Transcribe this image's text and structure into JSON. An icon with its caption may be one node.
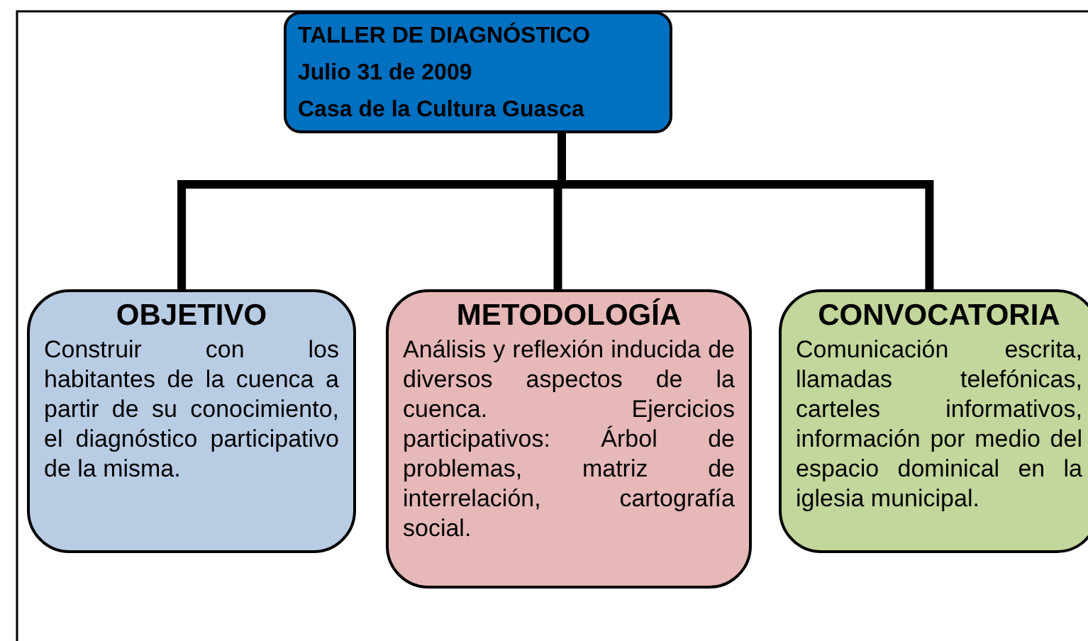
{
  "diagram": {
    "nodes": [
      {
        "text": [
          "TALLER DE DIAGNÓSTICO",
          "Julio 31 de 2009",
          "Casa de la Cultura Guasca"
        ]
      },
      {
        "text": [
          "OBJETIVO",
          "Construir con los habitantes de la cuenca a partir de su conocimiento, el diagnóstico participativo de la misma."
        ]
      },
      {
        "text": [
          "METODOLOGÍA",
          "Análisis y reflexión inducida de diversos aspectos de la cuenca. Ejercicios participativos: Árbol de problemas, matriz de interrelación, cartografía social."
        ]
      },
      {
        "text": [
          "CONVOCATORIA",
          "Comunicación escrita, llamadas telefónicas, carteles informativos, información por medio del espacio dominical en la iglesia municipal."
        ]
      }
    ],
    "edges": [
      {
        "from": 0,
        "to": 1,
        "arrow": "none"
      },
      {
        "from": 0,
        "to": 2,
        "arrow": "none"
      },
      {
        "from": 0,
        "to": 3,
        "arrow": "none"
      }
    ]
  }
}
